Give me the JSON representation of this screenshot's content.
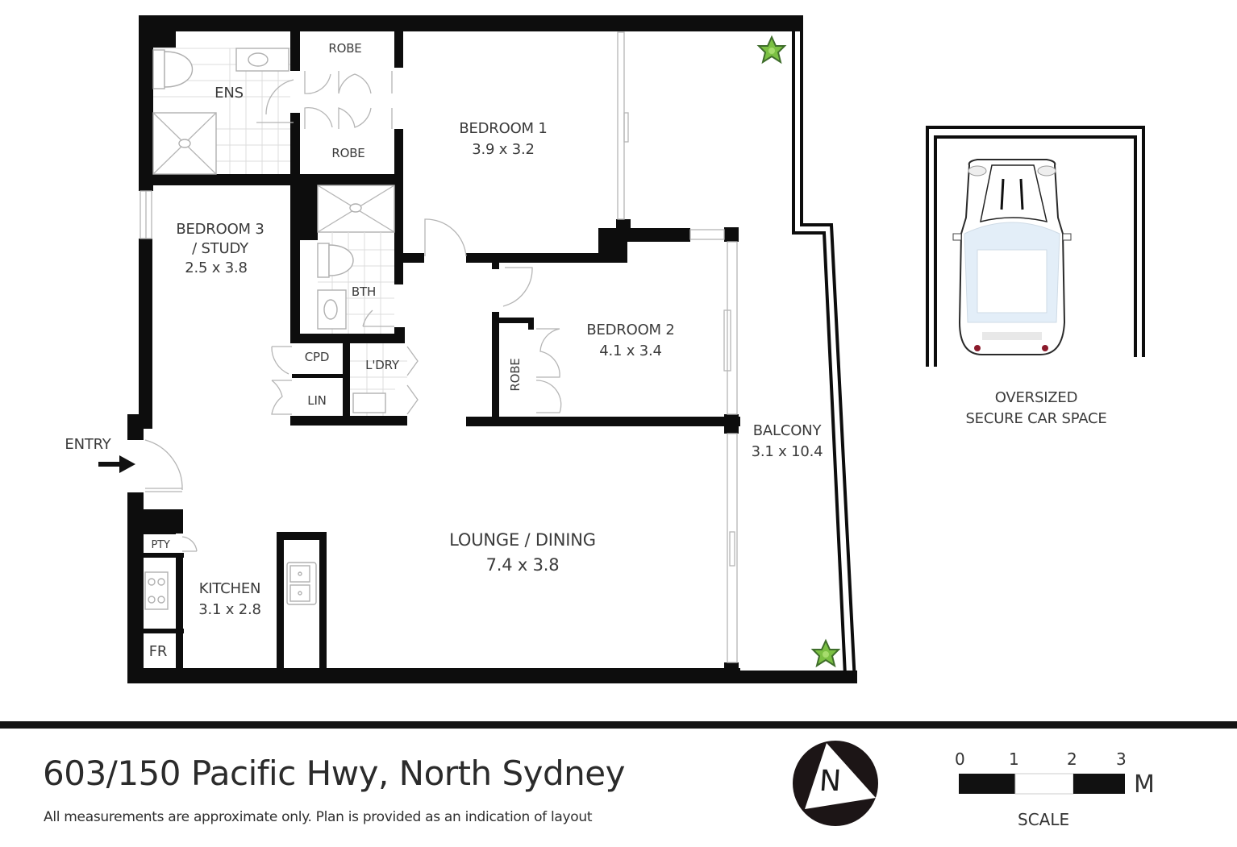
{
  "property": {
    "address": "603/150 Pacific Hwy, North Sydney",
    "disclaimer": "All measurements are approximate only. Plan is provided as an indication of layout"
  },
  "rooms": {
    "ensuite": {
      "name": "ENS"
    },
    "robe_top": {
      "name": "ROBE"
    },
    "robe_bottom": {
      "name": "ROBE"
    },
    "bedroom1": {
      "name": "BEDROOM 1",
      "size": "3.9 x 3.2"
    },
    "bedroom3": {
      "name": "BEDROOM 3",
      "name2": "/ STUDY",
      "size": "2.5 x 3.8"
    },
    "bathroom": {
      "name": "BTH"
    },
    "cupboard": {
      "name": "CPD"
    },
    "linen": {
      "name": "LIN"
    },
    "laundry": {
      "name": "L'DRY"
    },
    "bedroom2": {
      "name": "BEDROOM 2",
      "size": "4.1 x 3.4"
    },
    "bedroom2_robe": {
      "name": "ROBE"
    },
    "balcony": {
      "name": "BALCONY",
      "size": "3.1 x 10.4"
    },
    "entry": {
      "name": "ENTRY"
    },
    "pantry": {
      "name": "PTY"
    },
    "kitchen": {
      "name": "KITCHEN",
      "size": "3.1 x 2.8"
    },
    "fridge": {
      "name": "FR"
    },
    "lounge": {
      "name": "LOUNGE / DINING",
      "size": "7.4 x 3.8"
    }
  },
  "car_space": {
    "line1": "OVERSIZED",
    "line2": "SECURE CAR SPACE"
  },
  "legend": {
    "north_icon": "north-arrow-icon",
    "north_label": "N",
    "scale": {
      "ticks": [
        "0",
        "1",
        "2",
        "3"
      ],
      "unit": "M",
      "caption": "SCALE"
    }
  },
  "colors": {
    "wall": "#0d0d0d",
    "plant": "#7bc043",
    "car_glass": "#e3eef8",
    "tail_light": "#8b1a2b"
  }
}
